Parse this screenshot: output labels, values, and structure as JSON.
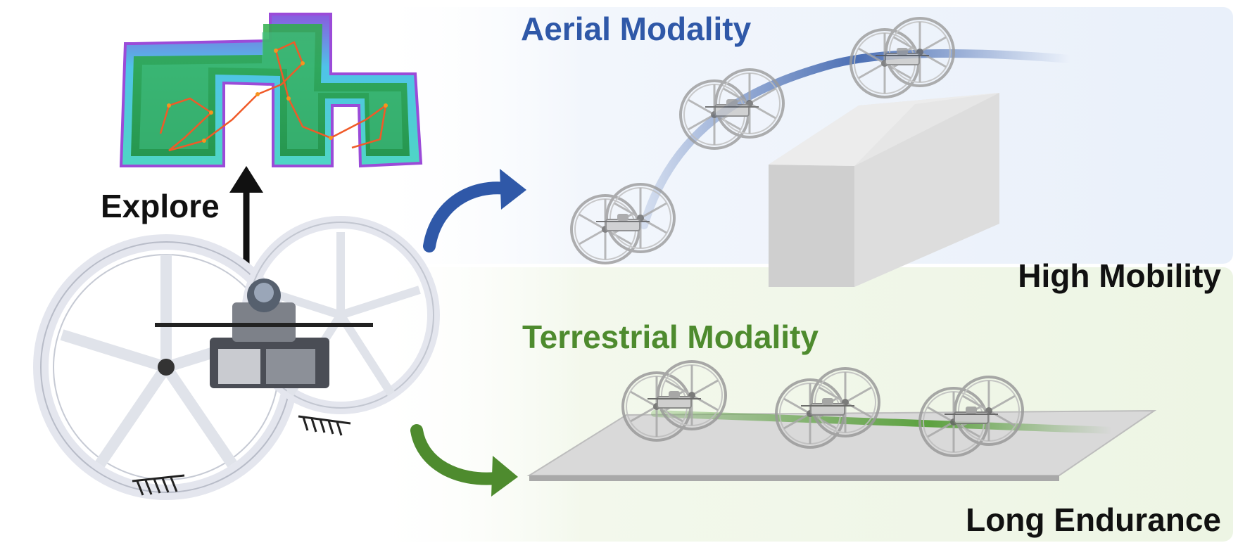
{
  "labels": {
    "explore": "Explore",
    "aerial_title": "Aerial Modality",
    "terrestrial_title": "Terrestrial Modality",
    "high_mobility": "High Mobility",
    "long_endurance": "Long Endurance"
  },
  "colors": {
    "aerial_accent": "#2f58a8",
    "terrestrial_accent": "#4e8b2e",
    "aerial_panel": "#eef3fb",
    "terrestrial_panel": "#f0f6e8",
    "map_floor": "#39b54a",
    "map_wall": "#5ad2e6",
    "map_wall_edge": "#9b4bd8",
    "trajectory": "#f05a28",
    "obstacle": "#dcdcdc",
    "ground_plane": "#d6d6d6"
  },
  "icons": {
    "explore_arrow": "arrow-up-icon",
    "to_aerial": "curved-arrow-icon",
    "to_terrestrial": "curved-arrow-icon",
    "robot": "wheeled-drone-icon",
    "map": "3d-map-icon",
    "obstacle": "box-obstacle-icon"
  }
}
